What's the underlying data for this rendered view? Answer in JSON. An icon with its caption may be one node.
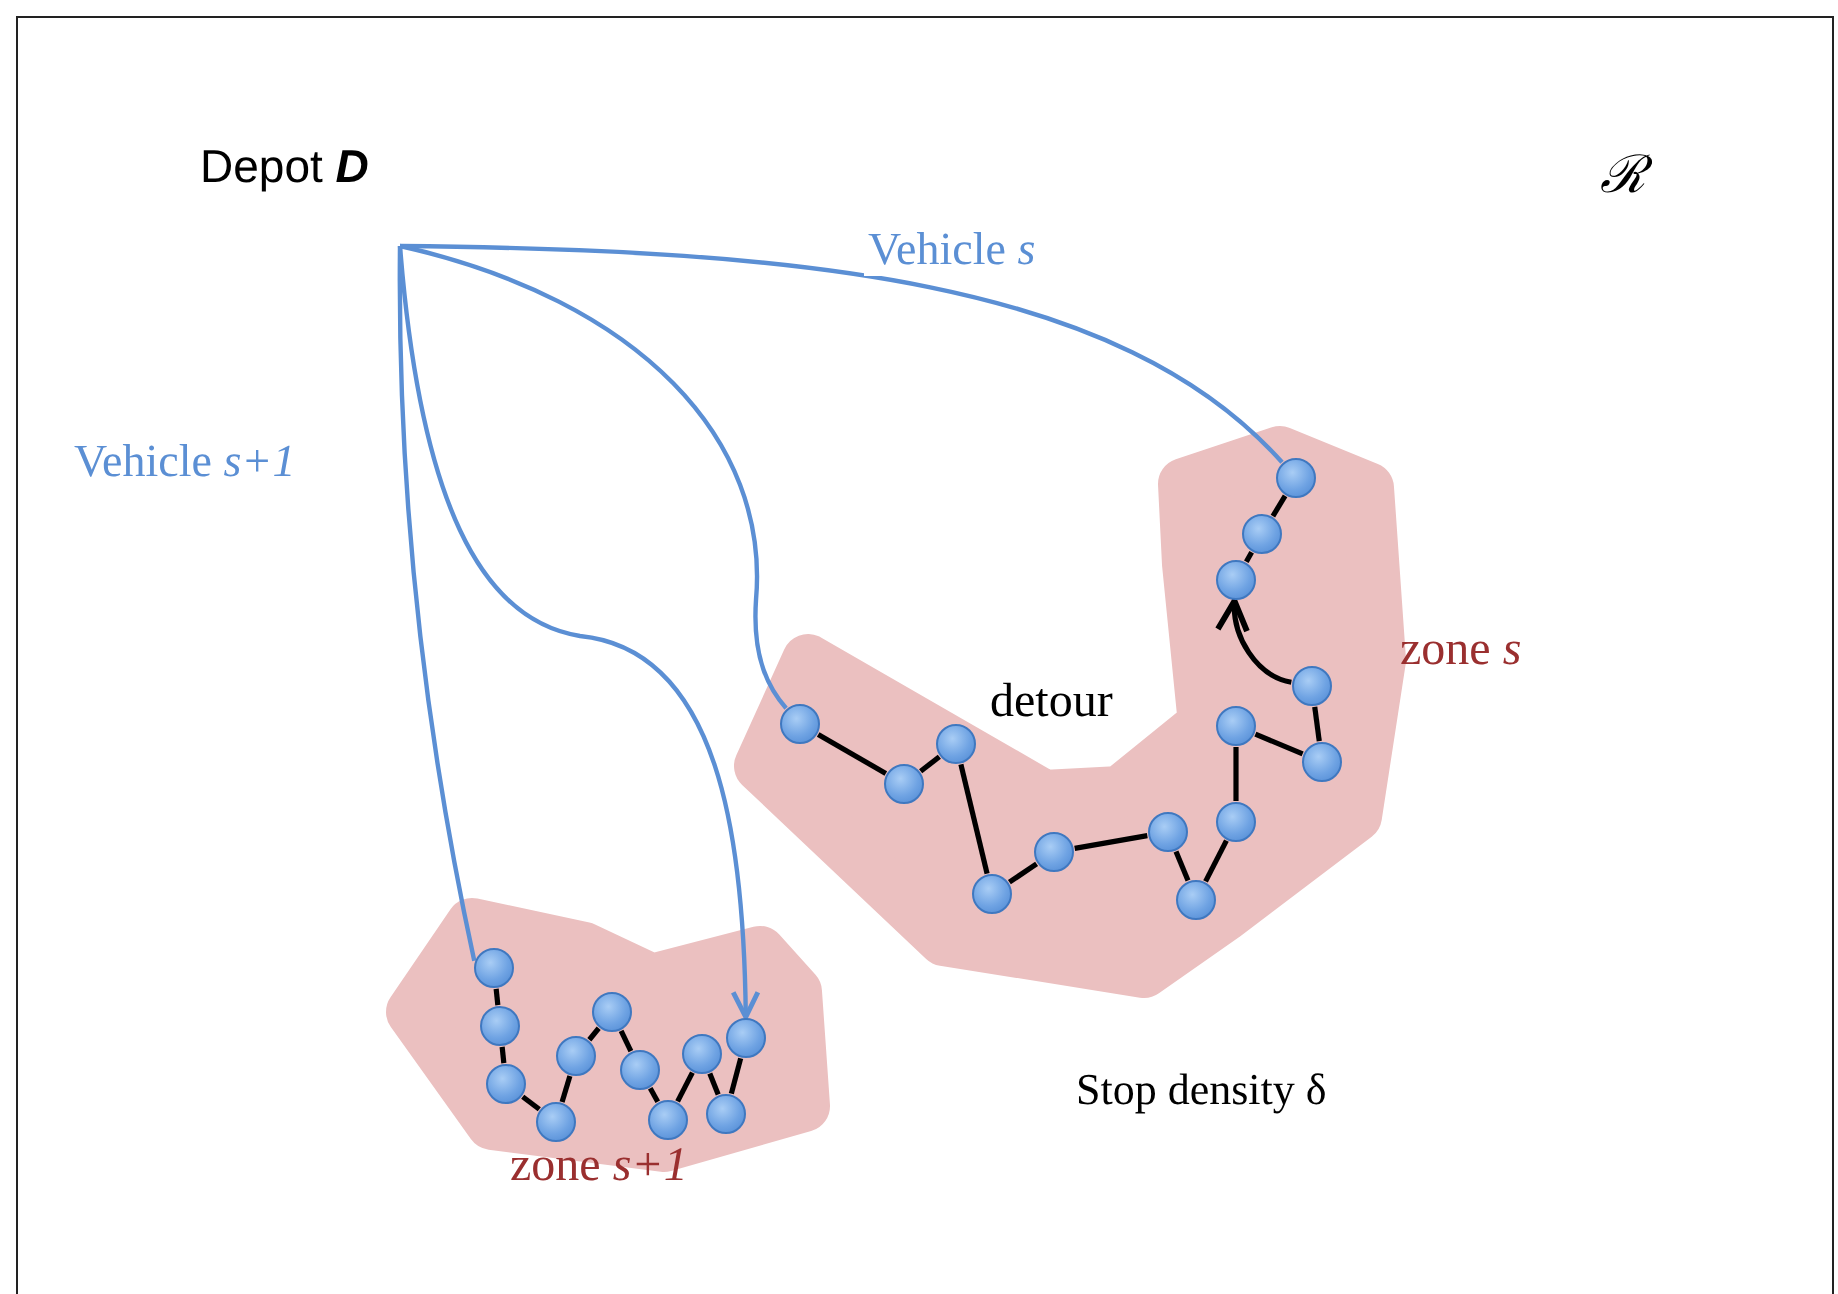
{
  "diagram": {
    "nodes": [
      {
        "text": [
          "Depot **D**"
        ]
      },
      {
        "text": [
          "zone *s*"
        ]
      },
      {
        "text": [],
        "shape": "circle",
        "in": 1
      },
      {
        "text": [],
        "shape": "circle",
        "in": 1
      },
      {
        "text": [],
        "shape": "circle",
        "in": 1
      },
      {
        "text": [],
        "shape": "circle",
        "in": 1
      },
      {
        "text": [],
        "shape": "circle",
        "in": 1
      },
      {
        "text": [],
        "shape": "circle",
        "in": 1
      },
      {
        "text": [],
        "shape": "circle",
        "in": 1
      },
      {
        "text": [],
        "shape": "circle",
        "in": 1
      },
      {
        "text": [],
        "shape": "circle",
        "in": 1
      },
      {
        "text": [],
        "shape": "circle",
        "in": 1
      },
      {
        "text": [],
        "shape": "circle",
        "in": 1
      },
      {
        "text": [],
        "shape": "circle",
        "in": 1
      },
      {
        "text": [],
        "shape": "circle",
        "in": 1
      },
      {
        "text": [],
        "shape": "circle",
        "in": 1
      },
      {
        "text": [
          "zone *s+1*"
        ]
      },
      {
        "text": [],
        "shape": "circle",
        "in": 16
      },
      {
        "text": [],
        "shape": "circle",
        "in": 16
      },
      {
        "text": [],
        "shape": "circle",
        "in": 16
      },
      {
        "text": [],
        "shape": "circle",
        "in": 16
      },
      {
        "text": [],
        "shape": "circle",
        "in": 16
      },
      {
        "text": [],
        "shape": "circle",
        "in": 16
      },
      {
        "text": [],
        "shape": "circle",
        "in": 16
      },
      {
        "text": [],
        "shape": "circle",
        "in": 16
      },
      {
        "text": [],
        "shape": "circle",
        "in": 16
      },
      {
        "text": [],
        "shape": "circle",
        "in": 16
      },
      {
        "text": [],
        "shape": "circle",
        "in": 16
      }
    ],
    "edges": [
      {
        "from": 0,
        "to": 2,
        "arrow": "none",
        "color": "#5b8fd4"
      },
      {
        "from": 0,
        "to": 15,
        "arrow": "none",
        "color": "#5b8fd4",
        "label": "Vehicle *s*"
      },
      {
        "from": 2,
        "to": 3,
        "arrow": "none"
      },
      {
        "from": 3,
        "to": 4,
        "arrow": "none"
      },
      {
        "from": 4,
        "to": 5,
        "arrow": "none"
      },
      {
        "from": 5,
        "to": 6,
        "arrow": "none"
      },
      {
        "from": 6,
        "to": 7,
        "arrow": "none"
      },
      {
        "from": 7,
        "to": 8,
        "arrow": "none"
      },
      {
        "from": 8,
        "to": 9,
        "arrow": "none"
      },
      {
        "from": 9,
        "to": 10,
        "arrow": "none"
      },
      {
        "from": 10,
        "to": 11,
        "arrow": "none"
      },
      {
        "from": 11,
        "to": 12,
        "arrow": "none"
      },
      {
        "from": 12,
        "to": 13,
        "arrow": "to"
      },
      {
        "from": 13,
        "to": 14,
        "arrow": "none"
      },
      {
        "from": 14,
        "to": 15,
        "arrow": "none"
      },
      {
        "from": 0,
        "to": 17,
        "arrow": "none",
        "color": "#5b8fd4",
        "label": "Vehicle *s+1*"
      },
      {
        "from": 17,
        "to": 18,
        "arrow": "none"
      },
      {
        "from": 18,
        "to": 19,
        "arrow": "none"
      },
      {
        "from": 19,
        "to": 20,
        "arrow": "none"
      },
      {
        "from": 20,
        "to": 21,
        "arrow": "none"
      },
      {
        "from": 21,
        "to": 22,
        "arrow": "none"
      },
      {
        "from": 22,
        "to": 23,
        "arrow": "none"
      },
      {
        "from": 23,
        "to": 24,
        "arrow": "none"
      },
      {
        "from": 24,
        "to": 25,
        "arrow": "none"
      },
      {
        "from": 25,
        "to": 26,
        "arrow": "none"
      },
      {
        "from": 26,
        "to": 27,
        "arrow": "none"
      },
      {
        "from": 0,
        "to": 27,
        "arrow": "to",
        "color": "#5b8fd4"
      }
    ],
    "labels": [
      "ℛ",
      "detour",
      "Stop density δ"
    ]
  }
}
